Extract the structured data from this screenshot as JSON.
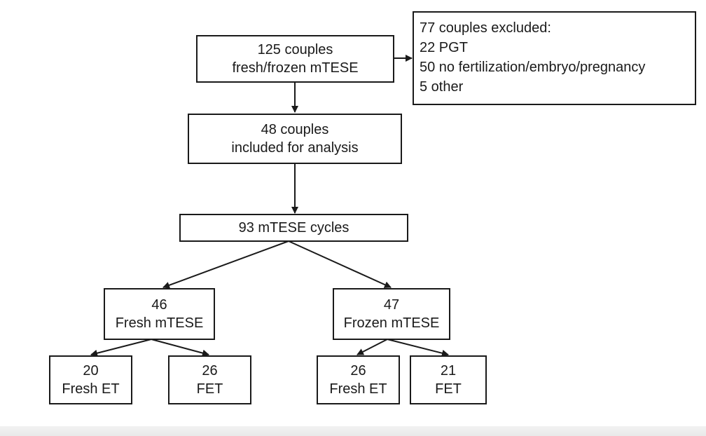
{
  "nodes": {
    "start": {
      "lines": [
        "125 couples",
        "fresh/frozen mTESE"
      ]
    },
    "excluded": {
      "lines": [
        "77 couples excluded:",
        "22 PGT",
        "50 no fertilization/embryo/pregnancy",
        "5 other"
      ]
    },
    "included": {
      "lines": [
        "48 couples",
        "included for analysis"
      ]
    },
    "cycles": {
      "lines": [
        "93 mTESE cycles"
      ]
    },
    "fresh_mtese": {
      "lines": [
        "46",
        "Fresh mTESE"
      ]
    },
    "frozen_mtese": {
      "lines": [
        "47",
        "Frozen mTESE"
      ]
    },
    "fresh_fresh_et": {
      "lines": [
        "20",
        "Fresh ET"
      ]
    },
    "fresh_fet": {
      "lines": [
        "26",
        "FET"
      ]
    },
    "frozen_fresh_et": {
      "lines": [
        "26",
        "Fresh ET"
      ]
    },
    "frozen_fet": {
      "lines": [
        "21",
        "FET"
      ]
    }
  },
  "edges": [
    {
      "from": "start",
      "to": "excluded"
    },
    {
      "from": "start",
      "to": "included"
    },
    {
      "from": "included",
      "to": "cycles"
    },
    {
      "from": "cycles",
      "to": "fresh_mtese"
    },
    {
      "from": "cycles",
      "to": "frozen_mtese"
    },
    {
      "from": "fresh_mtese",
      "to": "fresh_fresh_et"
    },
    {
      "from": "fresh_mtese",
      "to": "fresh_fet"
    },
    {
      "from": "frozen_mtese",
      "to": "frozen_fresh_et"
    },
    {
      "from": "frozen_mtese",
      "to": "frozen_fet"
    }
  ]
}
